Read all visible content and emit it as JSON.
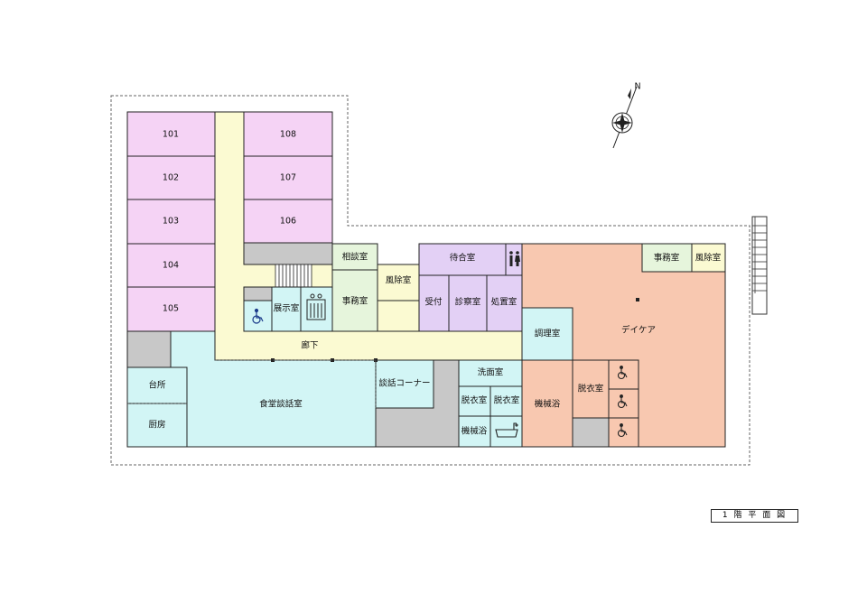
{
  "title": "1 階 平 面 図",
  "compass_label": "N",
  "colors": {
    "residential": "#f5d3f5",
    "corridor": "#fbfad2",
    "common": "#d2f5f5",
    "office": "#e6f5dc",
    "clinic": "#e3d0f5",
    "daycare": "#f8c8b0",
    "service": "#c8c8c8"
  },
  "rooms": {
    "r101": "101",
    "r102": "102",
    "r103": "103",
    "r104": "104",
    "r105": "105",
    "r106": "106",
    "r107": "107",
    "r108": "108",
    "consult": "相談室",
    "windbreak_west": "風除室",
    "office_west": "事務室",
    "exhibit": "展示室",
    "corridor": "廊下",
    "waiting": "待合室",
    "reception": "受付",
    "exam": "診察室",
    "treatment": "処置室",
    "office_east": "事務室",
    "windbreak_east": "風除室",
    "daycare": "デイケア",
    "cooking": "調理室",
    "kitchen_table": "台所",
    "kitchen": "厨房",
    "dining": "食堂談話室",
    "lounge": "談話コーナー",
    "washroom": "洗面室",
    "changing_1": "脱衣室",
    "changing_2": "脱衣室",
    "mech_bath_1": "機械浴",
    "mech_bath_2": "機械浴",
    "changing_3": "脱衣室"
  }
}
